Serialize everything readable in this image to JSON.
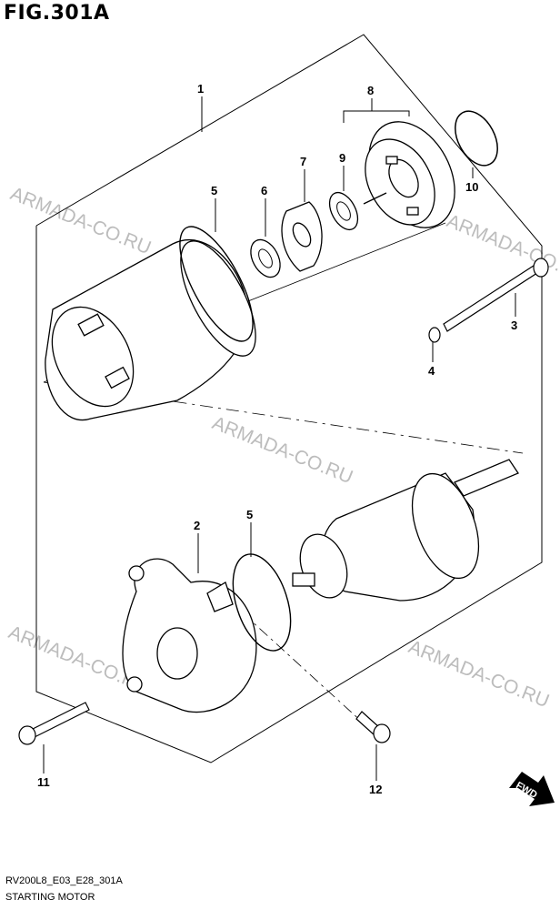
{
  "figure": {
    "title": "FIG.301A"
  },
  "footer": {
    "code": "RV200L8_E03_E28_301A",
    "caption": "STARTING MOTOR"
  },
  "watermark": {
    "text": "ARMADA-CO.RU"
  },
  "fwd_label": "FWD",
  "callouts": [
    {
      "id": "c1",
      "label": "1"
    },
    {
      "id": "c8",
      "label": "8"
    },
    {
      "id": "c7",
      "label": "7"
    },
    {
      "id": "c9",
      "label": "9"
    },
    {
      "id": "c5a",
      "label": "5"
    },
    {
      "id": "c6",
      "label": "6"
    },
    {
      "id": "c10",
      "label": "10"
    },
    {
      "id": "c3",
      "label": "3"
    },
    {
      "id": "c4",
      "label": "4"
    },
    {
      "id": "c2",
      "label": "2"
    },
    {
      "id": "c5b",
      "label": "5"
    },
    {
      "id": "c11",
      "label": "11"
    },
    {
      "id": "c12",
      "label": "12"
    }
  ]
}
